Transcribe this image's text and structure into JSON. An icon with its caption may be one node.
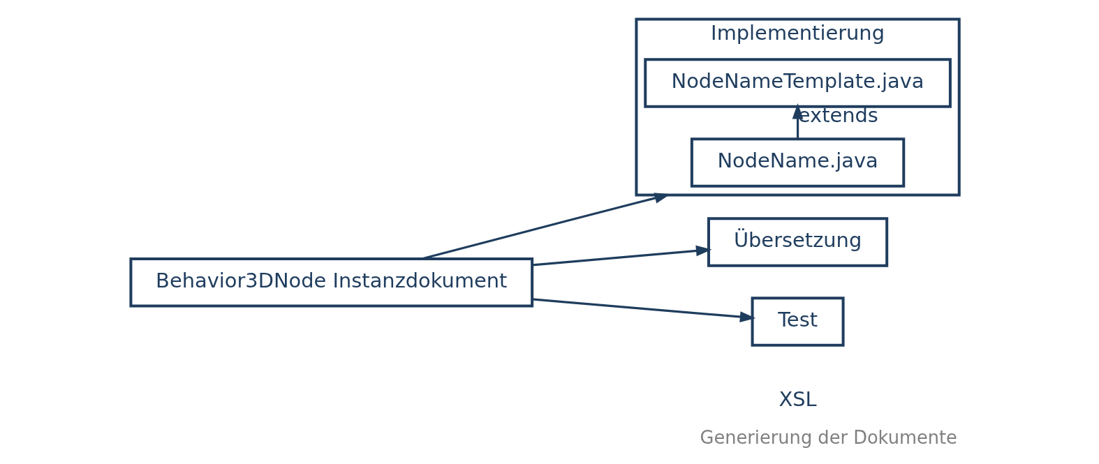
{
  "diagram": {
    "caption": "Generierung der Dokumente",
    "nodes": [
      {
        "text": [
          "Behavior3DNode Instanzdokument"
        ]
      },
      {
        "text": [
          "Implementierung"
        ]
      },
      {
        "text": [
          "NodeNameTemplate.java"
        ],
        "in": 1
      },
      {
        "text": [
          "NodeName.java"
        ],
        "in": 1
      },
      {
        "text": [
          "Übersetzung"
        ]
      },
      {
        "text": [
          "Test"
        ]
      }
    ],
    "edges": [
      {
        "from": 0,
        "to": 1,
        "arrow": "to"
      },
      {
        "from": 0,
        "to": 4,
        "arrow": "to"
      },
      {
        "from": 0,
        "to": 5,
        "arrow": "to"
      },
      {
        "from": 3,
        "to": 2,
        "arrow": "to",
        "label": "extends"
      }
    ],
    "labels": [
      "XSL"
    ]
  }
}
